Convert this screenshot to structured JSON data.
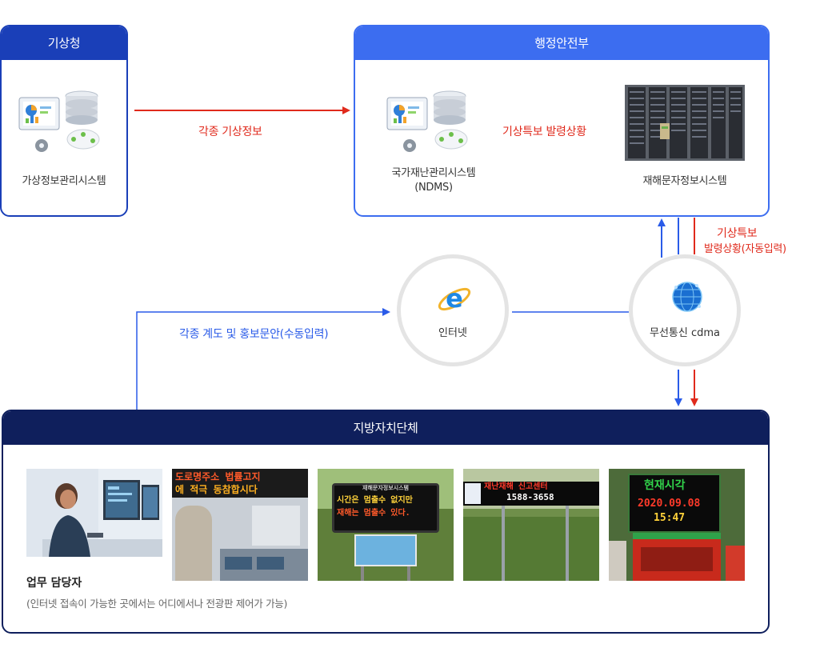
{
  "kma": {
    "header": "기상청",
    "system_label": "가상정보관리시스템"
  },
  "mois": {
    "header": "행정안전부",
    "ndms_label_1": "국가재난관리시스템",
    "ndms_label_2": "(NDMS)",
    "disaster_text_label": "재해문자정보시스템"
  },
  "edges": {
    "kma_to_ndms": "각종 기상정보",
    "ndms_to_text": "기상특보 발령상황",
    "auto_input_1": "기상특보",
    "auto_input_2": "발령상황(자동입력)",
    "manual_input": "각종 계도 및 홍보문안(수동입력)"
  },
  "nodes": {
    "internet": "인터넷",
    "wireless": "무선통신 cdma"
  },
  "local": {
    "header": "지방자치단체",
    "worker_title": "업무 담당자",
    "worker_desc": "(인터넷 접속이 가능한 곳에서는 어디에서나 전광판 제어가 가능)",
    "sign1_line1": "도로명주소 법률고지",
    "sign1_line2": "에 적극 동참합시다",
    "sign2_header": "재해문자정보시스템",
    "sign2_line1": "시간은  멈출수 없지만",
    "sign2_line2": "재해는  멈출수 있다.",
    "sign3_line1": "재난재해 신고센터",
    "sign3_line2": "1588-3658",
    "sign4_line1": "현재시각",
    "sign4_line2": "2020.09.08",
    "sign4_line3": "15:47"
  },
  "colors": {
    "red": "#e02a1c",
    "blue": "#2a5be8",
    "kma_header": "#1a3fb8",
    "mois_header": "#3c6df0",
    "local_header": "#0f1f5c",
    "circle_border": "#e4e4e4"
  },
  "icons": [
    "monitor-database-icon",
    "internet-explorer-icon",
    "globe-network-icon"
  ]
}
